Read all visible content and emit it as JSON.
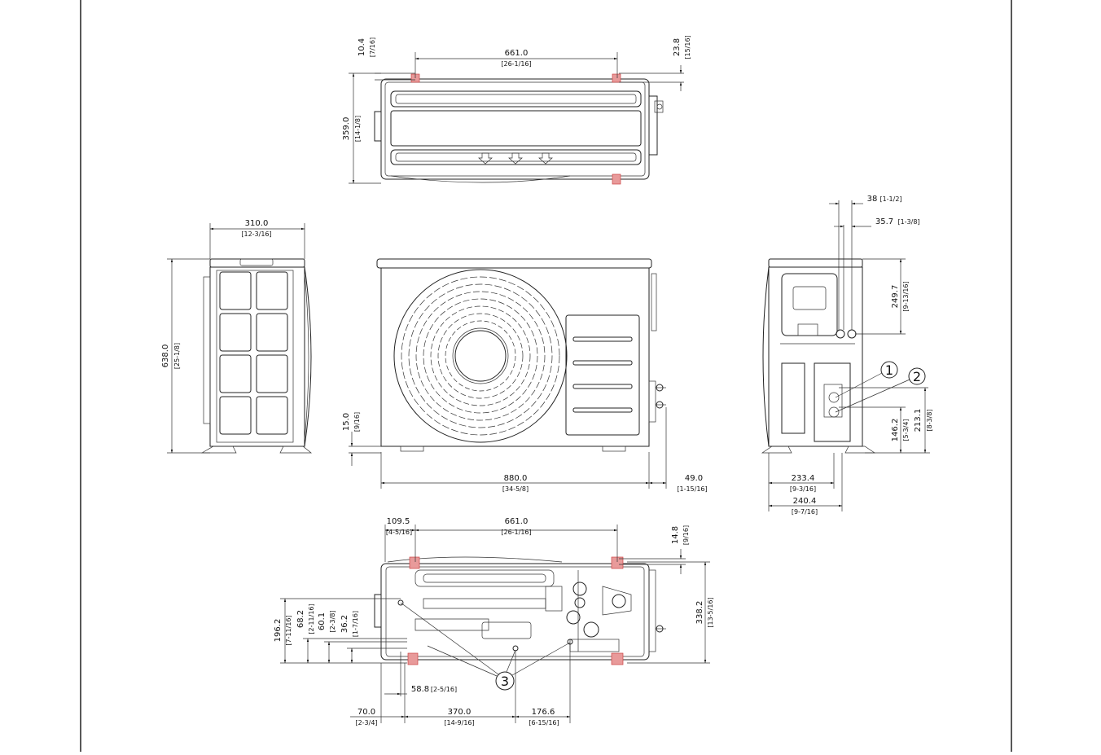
{
  "views": {
    "top": {
      "width_label": "661.0",
      "width_imperial": "[26-1/16]",
      "depth_label": "359.0",
      "depth_imperial": "[14-1/8]",
      "left_offset_label": "10.4",
      "left_offset_imperial": "[7/16]",
      "right_offset_label": "23.8",
      "right_offset_imperial": "[15/16]"
    },
    "front": {
      "width_label": "880.0",
      "width_imperial": "[34-5/8]",
      "valve_offset_label": "49.0",
      "valve_offset_imperial": "[1-15/16]",
      "foot_height_label": "15.0",
      "foot_height_imperial": "[9/16]"
    },
    "left_side": {
      "width_label": "310.0",
      "width_imperial": "[12-3/16]",
      "height_label": "638.0",
      "height_imperial": "[25-1/8]"
    },
    "right_side": {
      "dim_38_label": "38",
      "dim_38_imperial": "[1-1/2]",
      "dim_357_label": "35.7",
      "dim_357_imperial": "[1-3/8]",
      "dim_2497_label": "249.7",
      "dim_2497_imperial": "[9-13/16]",
      "dim_1462_label": "146.2",
      "dim_1462_imperial": "[5-3/4]",
      "dim_2131_label": "213.1",
      "dim_2131_imperial": "[8-3/8]",
      "dim_2334_label": "233.4",
      "dim_2334_imperial": "[9-3/16]",
      "dim_2404_label": "240.4",
      "dim_2404_imperial": "[9-7/16]",
      "callout_1": "1",
      "callout_2": "2"
    },
    "bottom": {
      "dim_1095_label": "109.5",
      "dim_1095_imperial": "[4-5/16]",
      "width_label": "661.0",
      "width_imperial": "[26-1/16]",
      "dim_148_label": "14.8",
      "dim_148_imperial": "[9/16]",
      "dim_3382_label": "338.2",
      "dim_3382_imperial": "[13-5/16]",
      "dim_1962_label": "196.2",
      "dim_1962_imperial": "[7-11/16]",
      "dim_682_label": "68.2",
      "dim_682_imperial": "[2-11/16]",
      "dim_601_label": "60.1",
      "dim_601_imperial": "[2-3/8]",
      "dim_362_label": "36.2",
      "dim_362_imperial": "[1-7/16]",
      "dim_588_label": "58.8",
      "dim_588_imperial": "[2-5/16]",
      "dim_700_label": "70.0",
      "dim_700_imperial": "[2-3/4]",
      "dim_3700_label": "370.0",
      "dim_3700_imperial": "[14-9/16]",
      "dim_1766_label": "176.6",
      "dim_1766_imperial": "[6-15/16]",
      "callout_3": "3"
    }
  }
}
